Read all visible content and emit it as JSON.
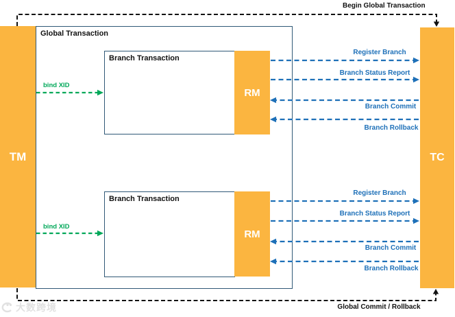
{
  "nodes": {
    "tm_label": "TM",
    "tc_label": "TC",
    "rm_label": "RM",
    "global_box_label": "Global Transaction",
    "branch_box_label": "Branch Transaction"
  },
  "flows": {
    "begin_global_transaction": "Begin Global Transaction",
    "global_commit_rollback": "Global Commit / Rollback",
    "bind_xid": "bind XID",
    "register_branch": "Register Branch",
    "branch_status_report": "Branch Status Report",
    "branch_commit": "Branch Commit",
    "branch_rollback": "Branch Rollback"
  },
  "colors": {
    "node_orange": "#FBB540",
    "arrow_blue": "#1E70B8",
    "arrow_green": "#00A859",
    "arrow_black": "#111111",
    "box_border": "#2F5876",
    "watermark_gray": "#DEDEDE"
  },
  "watermark": {
    "text": "大数跨境"
  }
}
